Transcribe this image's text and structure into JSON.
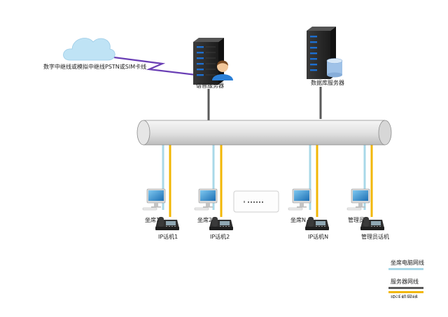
{
  "nodes": {
    "pstn_label": "数字中继线或模拟中继线PSTN或SIM卡线",
    "voice_server": "语音服务器",
    "database_server": "数据库服务器",
    "seat1": "坐席1",
    "seat2": "坐席2",
    "seatN": "坐席N",
    "admin": "管理员",
    "phone1": "IP话机1",
    "phone2": "IP话机2",
    "phoneN": "IP话机N",
    "admin_phone": "管理员话机"
  },
  "legend": {
    "seat_pc_line": "坐席电脑网线",
    "server_line": "服务器网线",
    "phone_line": "IP话机网线"
  },
  "colors": {
    "pc_line": "#a8d8e8",
    "server_line": "#5a5a5a",
    "phone_line": "#f2b705",
    "cloud": "#bfe3f5",
    "lightning": "#6a3fb5"
  }
}
